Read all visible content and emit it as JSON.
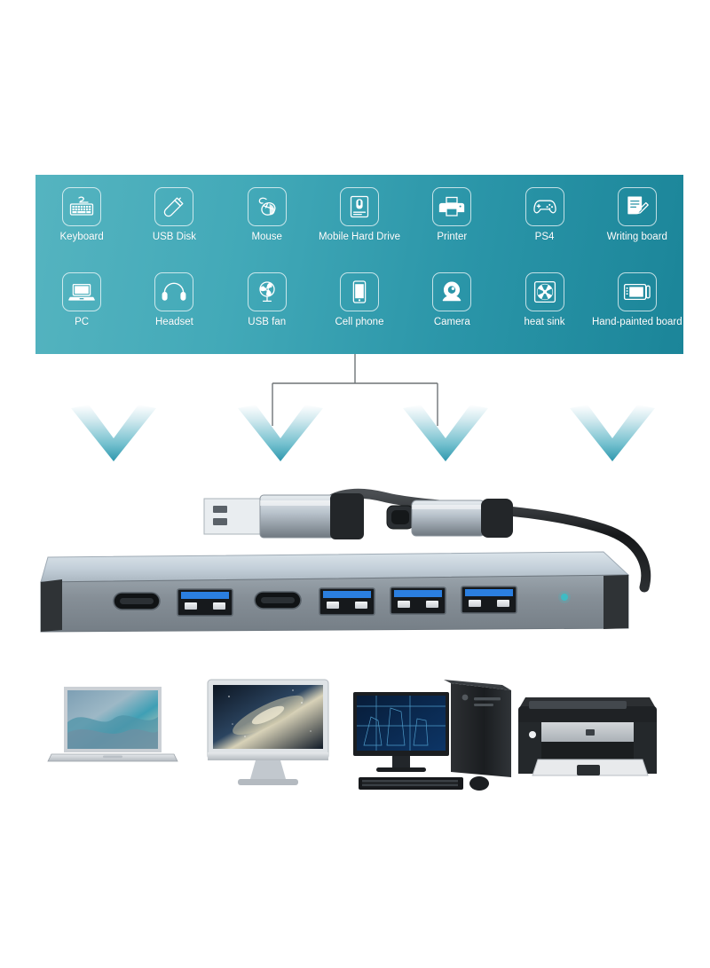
{
  "page": {
    "title": "USB Hub Compatibility Infographic",
    "background": "#ffffff"
  },
  "banner": {
    "gradient_from": "#55b4c0",
    "gradient_to": "#1b8599",
    "label_color": "#ffffff",
    "rows": [
      {
        "items": [
          {
            "label": "Keyboard",
            "icon": "keyboard-icon"
          },
          {
            "label": "USB Disk",
            "icon": "usb-flash-drive-icon"
          },
          {
            "label": "Mouse",
            "icon": "mouse-icon"
          },
          {
            "label": "Mobile Hard Drive",
            "icon": "external-hard-drive-icon"
          },
          {
            "label": "Printer",
            "icon": "printer-icon"
          },
          {
            "label": "PS4",
            "icon": "gamepad-icon"
          },
          {
            "label": "Writing board",
            "icon": "writing-board-icon"
          }
        ]
      },
      {
        "items": [
          {
            "label": "PC",
            "icon": "laptop-icon"
          },
          {
            "label": "Headset",
            "icon": "headset-icon"
          },
          {
            "label": "USB fan",
            "icon": "usb-fan-icon"
          },
          {
            "label": "Cell phone",
            "icon": "cell-phone-icon"
          },
          {
            "label": "Camera",
            "icon": "webcam-icon"
          },
          {
            "label": "heat sink",
            "icon": "cooling-fan-icon"
          },
          {
            "label": "Hand-painted board",
            "icon": "drawing-tablet-icon"
          }
        ]
      }
    ]
  },
  "connector": {
    "line_color": "#6f7477",
    "chevron_count": 4,
    "chevron_top_color": "#ffffff",
    "chevron_bottom_color": "#2e97ae"
  },
  "product": {
    "name": "7-in-1 USB hub",
    "body_top_color": "#ccd6de",
    "body_front_color": "#8b949c",
    "endcap_color": "#2f3336",
    "cable_color": "#1d1f21",
    "led_color": "#3fbcc4",
    "connectors": [
      {
        "type": "usb-a-male",
        "label": "USB-A"
      },
      {
        "type": "usb-c-adapter",
        "label": "USB-C"
      }
    ],
    "ports": [
      {
        "type": "usb-c",
        "label": "USB-C"
      },
      {
        "type": "usb-a",
        "label": "USB 3.0"
      },
      {
        "type": "usb-c",
        "label": "USB-C"
      },
      {
        "type": "usb-a",
        "label": "USB 3.0"
      },
      {
        "type": "usb-a",
        "label": "USB 3.0"
      },
      {
        "type": "usb-a",
        "label": "USB 3.0"
      }
    ]
  },
  "devices": [
    {
      "name": "laptop",
      "icon": "laptop-device"
    },
    {
      "name": "all-in-one",
      "icon": "imac-device"
    },
    {
      "name": "desktop-pc",
      "icon": "desktop-tower-device"
    },
    {
      "name": "laser-printer",
      "icon": "printer-device"
    }
  ]
}
